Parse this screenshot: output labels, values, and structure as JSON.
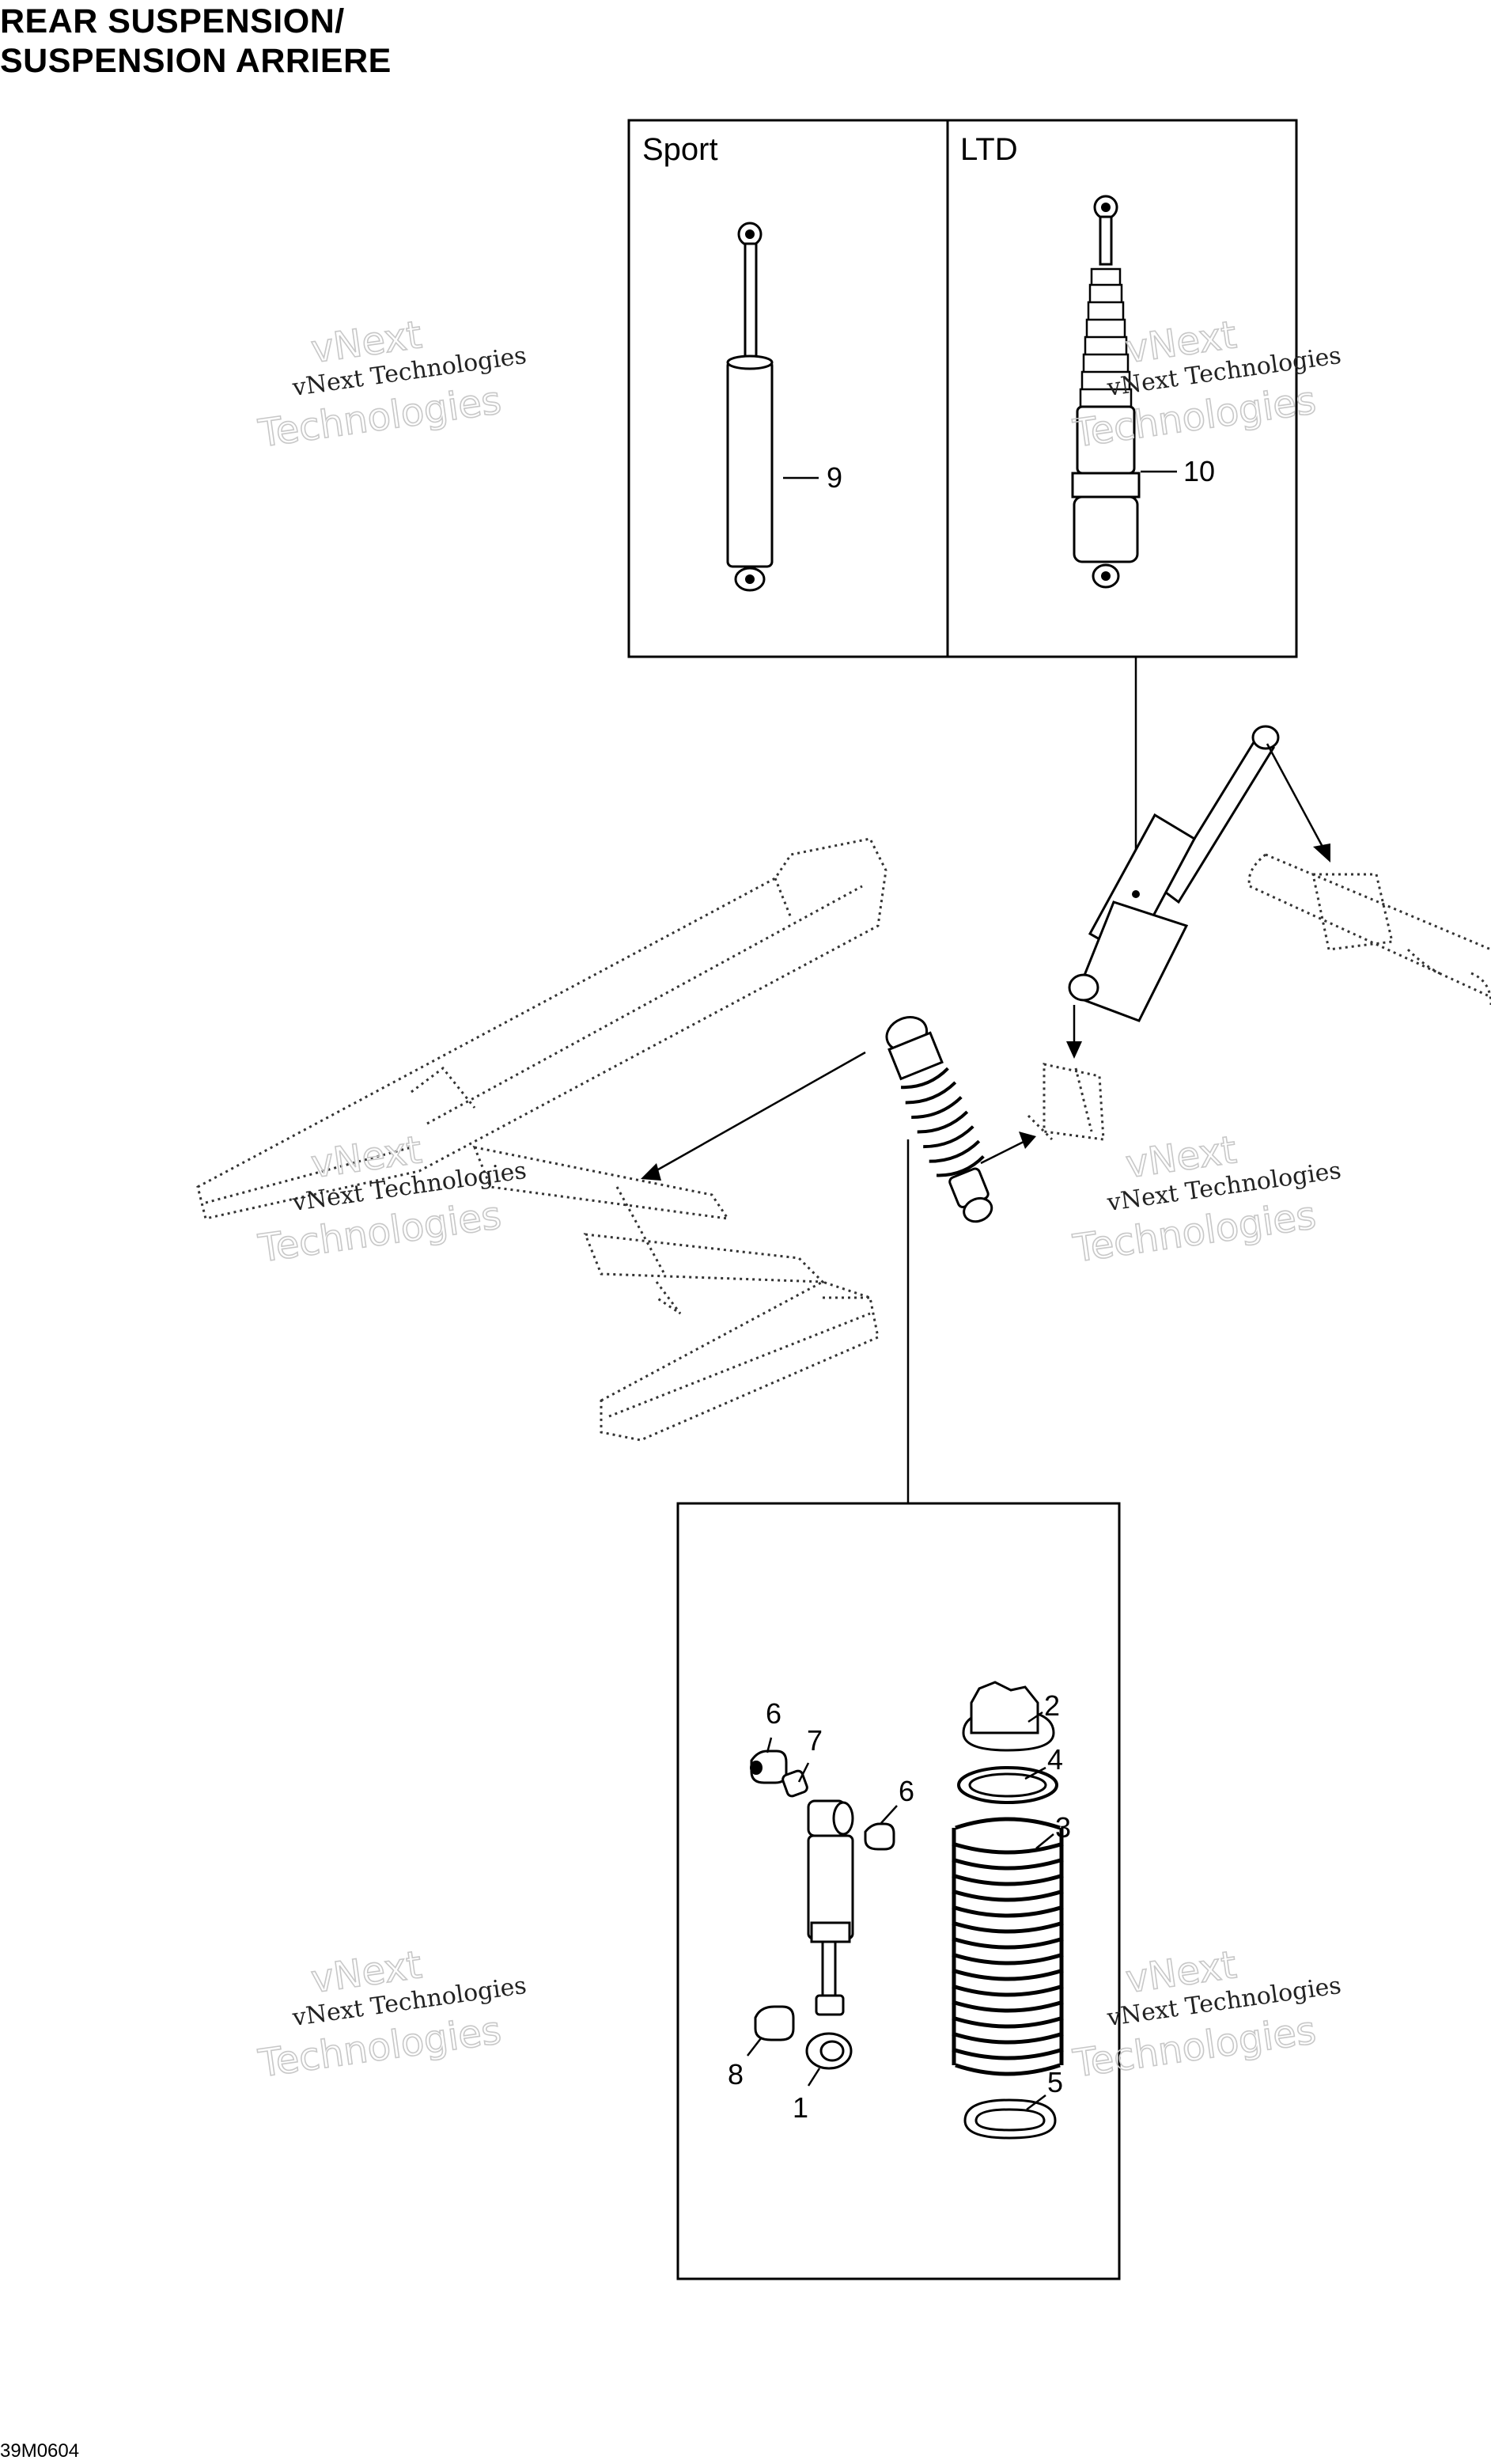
{
  "page": {
    "title_line1": "REAR SUSPENSION/",
    "title_line2": "SUSPENSION ARRIERE",
    "figure_code": "39M0604"
  },
  "panels": {
    "sport_label": "Sport",
    "ltd_label": "LTD"
  },
  "callouts": {
    "c1": "1",
    "c2": "2",
    "c3": "3",
    "c4": "4",
    "c5": "5",
    "c6a": "6",
    "c6b": "6",
    "c7": "7",
    "c8": "8",
    "c9": "9",
    "c10": "10"
  },
  "watermark": {
    "line1": "vNext Technologies",
    "line2a": "vNext",
    "line2b": "Technologies"
  },
  "colors": {
    "ink": "#000000",
    "watermark_outline": "#c8c8c8"
  }
}
